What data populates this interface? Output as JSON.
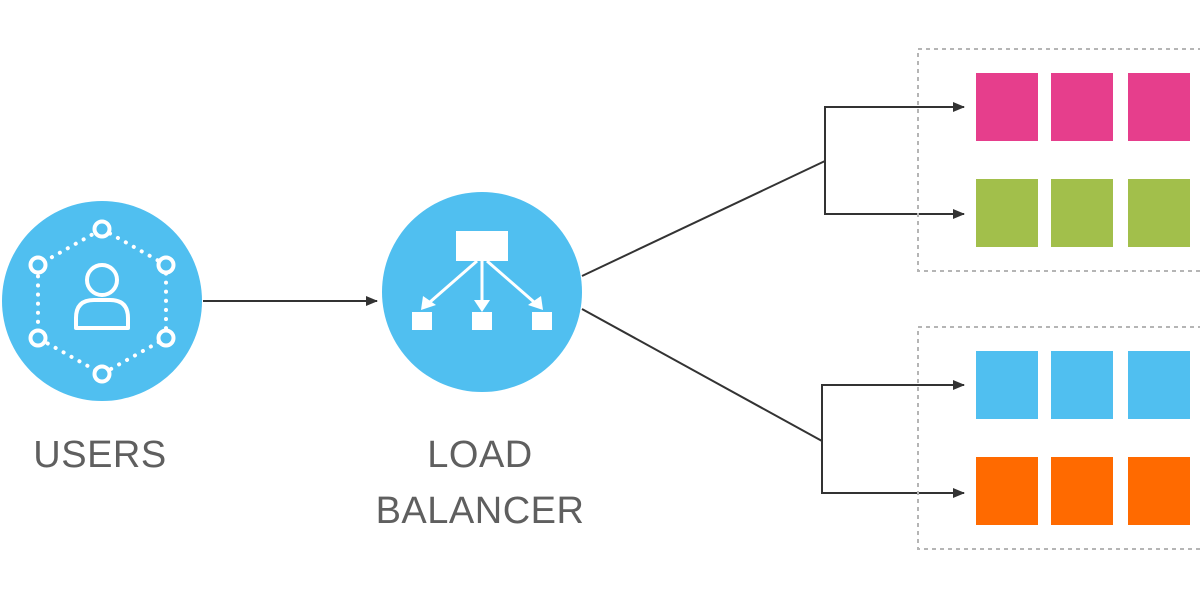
{
  "labels": {
    "users": "USERS",
    "lb_line1": "LOAD",
    "lb_line2": "BALANCER"
  },
  "colors": {
    "node_fill": "#50BFF0",
    "line": "#333333",
    "dashed_border": "#b5b5b5",
    "text": "#5f5f5f",
    "group1_row1": "#E63E8C",
    "group1_row2": "#A2BF4B",
    "group2_row1": "#50BFF0",
    "group2_row2": "#FF6A00"
  },
  "icons": {
    "users_node": "users-network-icon",
    "lb_node": "load-balancer-distribution-icon"
  },
  "groups": [
    {
      "rows": [
        {
          "blocks": 3,
          "color": "#E63E8C"
        },
        {
          "blocks": 3,
          "color": "#A2BF4B"
        }
      ]
    },
    {
      "rows": [
        {
          "blocks": 3,
          "color": "#50BFF0"
        },
        {
          "blocks": 3,
          "color": "#FF6A00"
        }
      ]
    }
  ]
}
